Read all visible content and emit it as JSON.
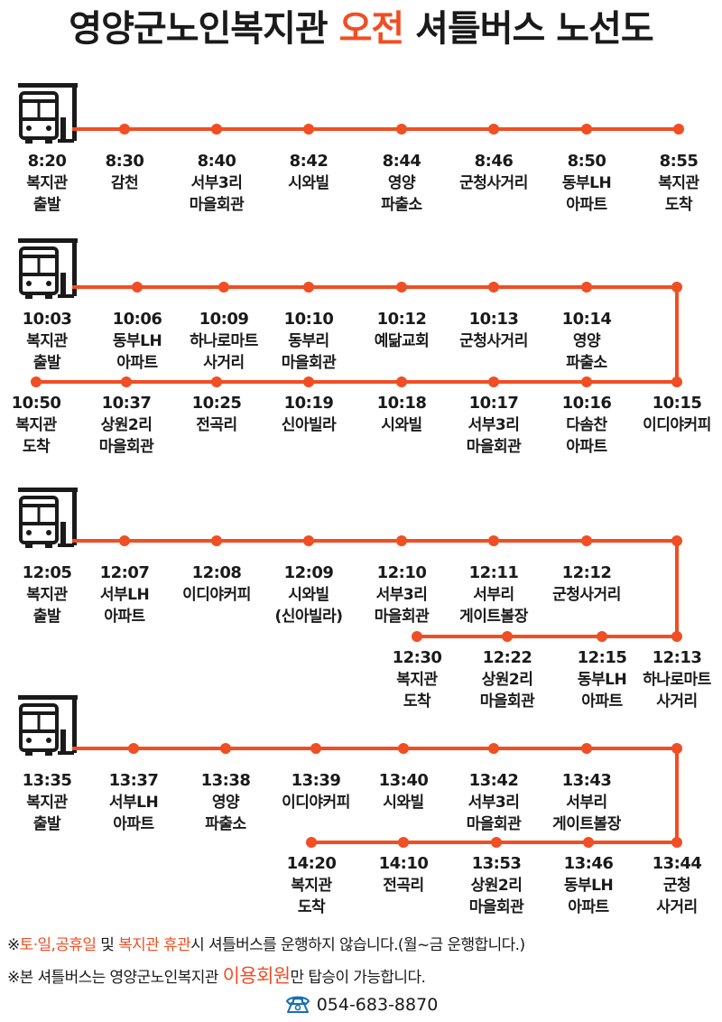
{
  "title": {
    "part1": "영양군노인복지관 ",
    "highlight": "오전",
    "part2": " 셔틀버스 노선도"
  },
  "colors": {
    "accent": "#f04e23",
    "text": "#1a1a1a"
  },
  "icons": {
    "bus_stop": "bus-stop-icon",
    "phone": "phone-icon"
  },
  "routes": [
    {
      "top": [
        {
          "time": "8:20",
          "name": "복지관\n출발"
        },
        {
          "time": "8:30",
          "name": "감천"
        },
        {
          "time": "8:40",
          "name": "서부3리\n마을회관"
        },
        {
          "time": "8:42",
          "name": "시와빌"
        },
        {
          "time": "8:44",
          "name": "영양\n파출소"
        },
        {
          "time": "8:46",
          "name": "군청사거리"
        },
        {
          "time": "8:50",
          "name": "동부LH\n아파트"
        },
        {
          "time": "8:55",
          "name": "복지관\n도착"
        }
      ]
    },
    {
      "top": [
        {
          "time": "10:03",
          "name": "복지관\n출발"
        },
        {
          "time": "10:06",
          "name": "동부LH\n아파트"
        },
        {
          "time": "10:09",
          "name": "하나로마트\n사거리"
        },
        {
          "time": "10:10",
          "name": "동부리\n마을회관"
        },
        {
          "time": "10:12",
          "name": "예닮교회"
        },
        {
          "time": "10:13",
          "name": "군청사거리"
        },
        {
          "time": "10:14",
          "name": "영양\n파출소"
        }
      ],
      "bottom": [
        {
          "time": "10:50",
          "name": "복지관\n도착"
        },
        {
          "time": "10:37",
          "name": "상원2리\n마을회관"
        },
        {
          "time": "10:25",
          "name": "전곡리"
        },
        {
          "time": "10:19",
          "name": "신아빌라"
        },
        {
          "time": "10:18",
          "name": "시와빌"
        },
        {
          "time": "10:17",
          "name": "서부3리\n마을회관"
        },
        {
          "time": "10:16",
          "name": "다솜찬\n아파트"
        },
        {
          "time": "10:15",
          "name": "이디야커피"
        }
      ]
    },
    {
      "top": [
        {
          "time": "12:05",
          "name": "복지관\n출발"
        },
        {
          "time": "12:07",
          "name": "서부LH\n아파트"
        },
        {
          "time": "12:08",
          "name": "이디야커피"
        },
        {
          "time": "12:09",
          "name": "시와빌\n(신아빌라)"
        },
        {
          "time": "12:10",
          "name": "서부3리\n마을회관"
        },
        {
          "time": "12:11",
          "name": "서부리\n게이트볼장"
        },
        {
          "time": "12:12",
          "name": "군청사거리"
        }
      ],
      "bottom": [
        {
          "time": "12:30",
          "name": "복지관\n도착"
        },
        {
          "time": "12:22",
          "name": "상원2리\n마을회관"
        },
        {
          "time": "12:15",
          "name": "동부LH\n아파트"
        },
        {
          "time": "12:13",
          "name": "하나로마트\n사거리"
        }
      ]
    },
    {
      "top": [
        {
          "time": "13:35",
          "name": "복지관\n출발"
        },
        {
          "time": "13:37",
          "name": "서부LH\n아파트"
        },
        {
          "time": "13:38",
          "name": "영양\n파출소"
        },
        {
          "time": "13:39",
          "name": "이디야커피"
        },
        {
          "time": "13:40",
          "name": "시와빌"
        },
        {
          "time": "13:42",
          "name": "서부3리\n마을회관"
        },
        {
          "time": "13:43",
          "name": "서부리\n게이트볼장"
        }
      ],
      "bottom": [
        {
          "time": "14:20",
          "name": "복지관\n도착"
        },
        {
          "time": "14:10",
          "name": "전곡리"
        },
        {
          "time": "13:53",
          "name": "상원2리\n마을회관"
        },
        {
          "time": "13:46",
          "name": "동부LH\n아파트"
        },
        {
          "time": "13:44",
          "name": "군청\n사거리"
        }
      ]
    }
  ],
  "notes": {
    "line1": {
      "prefix": "※",
      "red1": "토·일,공휴일",
      "mid": " 및 ",
      "red2": "복지관 휴관",
      "suffix": "시 셔틀버스를 운행하지 않습니다.(월~금 운행합니다.)"
    },
    "line2": {
      "prefix": "※본 셔틀버스는 영양군노인복지관 ",
      "highlight": "이용회원",
      "suffix": "만 탑승이 가능합니다."
    }
  },
  "phone": "054-683-8870"
}
